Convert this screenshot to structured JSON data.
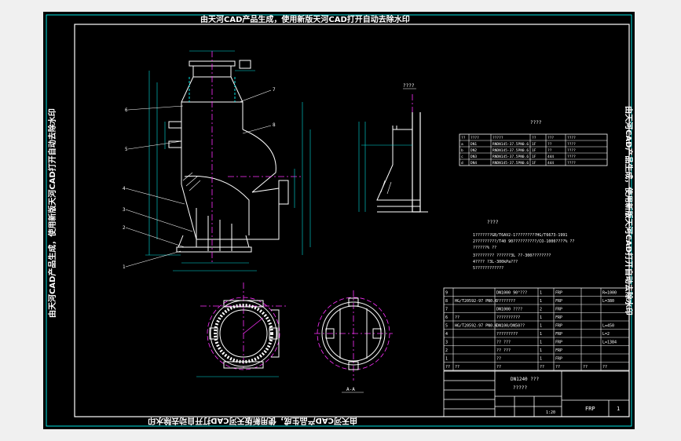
{
  "watermark": {
    "text": "由天河CAD产品生成，使用新版天河CAD打开自动去除水印"
  },
  "colors": {
    "background": "#000000",
    "frame": "#00e0e0",
    "outline": "#ffffff",
    "dimension": "#00e0e0",
    "centerline": "#ff30ff",
    "hatch": "#ffffff",
    "accent": "#ffff00",
    "watermark": "#ffffff"
  },
  "view_labels": {
    "section_aa": "A-A",
    "detail_top": "????",
    "table_title": "????"
  },
  "leader_numbers": [
    "1",
    "2",
    "3",
    "4",
    "5",
    "6",
    "7",
    "8"
  ],
  "nozzle_table": {
    "header": [
      "??",
      "????",
      "?????",
      "??",
      "???",
      "????"
    ],
    "rows": [
      [
        "a",
        "DN1",
        "RNDN145-37.5PN0.6",
        "1F",
        "??",
        "????"
      ],
      [
        "b",
        "DN2",
        "RNDN145-37.5PN0.6",
        "1F",
        "??",
        "????"
      ],
      [
        "c",
        "DN3",
        "RNDN145-37.5PN0.6",
        "1F",
        "444",
        "????"
      ],
      [
        "d",
        "DN4",
        "RNDN145-37.5PN0.6",
        "1F",
        "444",
        "????"
      ]
    ]
  },
  "notes": {
    "title": "????",
    "lines": [
      "1???????GB/T6AV2-1?????????HG/T6673-1991",
      "2?????????/T40 90??????????/CO-1000????% ??",
      "??????% ??",
      "3???????? ??????3L ??-300????????",
      "4???? ?3L-300kPa???",
      "5????????????"
    ]
  },
  "parts_list": {
    "rows": [
      [
        "9",
        "",
        "DN1000 90°???",
        "1",
        "FRP",
        "",
        "R=1000"
      ],
      [
        "8",
        "HG/T20592-97 PN0.6",
        "????????",
        "1",
        "FRP",
        "",
        "L=380"
      ],
      [
        "7",
        "",
        "DN1000 ????",
        "2",
        "FRP",
        "",
        ""
      ],
      [
        "6",
        "??",
        "??????????",
        "1",
        "FRP",
        "",
        ""
      ],
      [
        "5",
        "HG/T20592-97 PN0.6",
        "DN100/DN50??",
        "1",
        "FRP",
        "",
        "L=450"
      ],
      [
        "4",
        "",
        "?????????",
        "1",
        "FRP",
        "",
        "L=2"
      ],
      [
        "3",
        "",
        "?? ???",
        "1",
        "FRP",
        "",
        "L=1384"
      ],
      [
        "2",
        "",
        "?? ???",
        "1",
        "FRP",
        "",
        ""
      ],
      [
        "1",
        "",
        "??",
        "1",
        "FRP",
        "",
        ""
      ]
    ],
    "header": [
      "??",
      "??",
      "??",
      "??",
      "??",
      "??",
      "??"
    ]
  },
  "title_block": {
    "drawing_name": "DN1240 ???",
    "drawing_sub": "?????",
    "material": "FRP",
    "sheet": "1",
    "scale": "1:20"
  }
}
